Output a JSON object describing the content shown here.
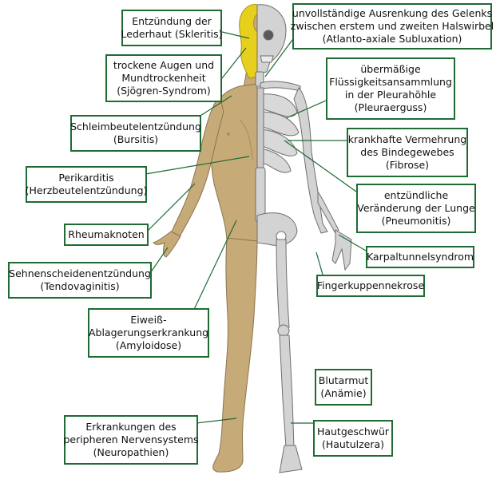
{
  "colors": {
    "border": "#1e6b34",
    "leader": "#1e6b34",
    "skin": "#c6aa78",
    "bone": "#d3d3d3",
    "hair": "#e7cf1e"
  },
  "labels": {
    "skleritis": [
      "Entzündung der",
      "Lederhaut (Skleritis)"
    ],
    "atlanto": [
      "unvollständige Ausrenkung des Gelenks",
      "zwischen erstem und zweiten Halswirbel",
      "(Atlanto-axiale Subluxation)"
    ],
    "sjoegren": [
      "trockene Augen und",
      "Mundtrockenheit",
      "(Sjögren-Syndrom)"
    ],
    "pleura": [
      "übermäßige",
      "Flüssigkeitsansammlung",
      "in der Pleurahöhle",
      "(Pleuraerguss)"
    ],
    "bursitis": [
      "Schleimbeutelentzündung",
      "(Bursitis)"
    ],
    "fibrose": [
      "krankhafte Vermehrung",
      "des Bindegewebes",
      "(Fibrose)"
    ],
    "perikarditis": [
      "Perikarditis",
      "(Herzbeutelentzündung)"
    ],
    "pneumonitis": [
      "entzündliche",
      "Veränderung der Lunge",
      "(Pneumonitis)"
    ],
    "rheuma": [
      "Rheumaknoten"
    ],
    "karpal": [
      "Karpaltunnelsyndrom"
    ],
    "tendo": [
      "Sehnenscheidenentzündung",
      "(Tendovaginitis)"
    ],
    "finger": [
      "Fingerkuppennekrose"
    ],
    "amyloid": [
      "Eiweiß-",
      "Ablagerungserkrankung",
      "(Amyloidose)"
    ],
    "anaemie": [
      "Blutarmut",
      "(Anämie)"
    ],
    "neuro": [
      "Erkrankungen des",
      "peripheren Nervensystems",
      "(Neuropathien)"
    ],
    "ulzera": [
      "Hautgeschwür",
      "(Hautulzera)"
    ]
  }
}
